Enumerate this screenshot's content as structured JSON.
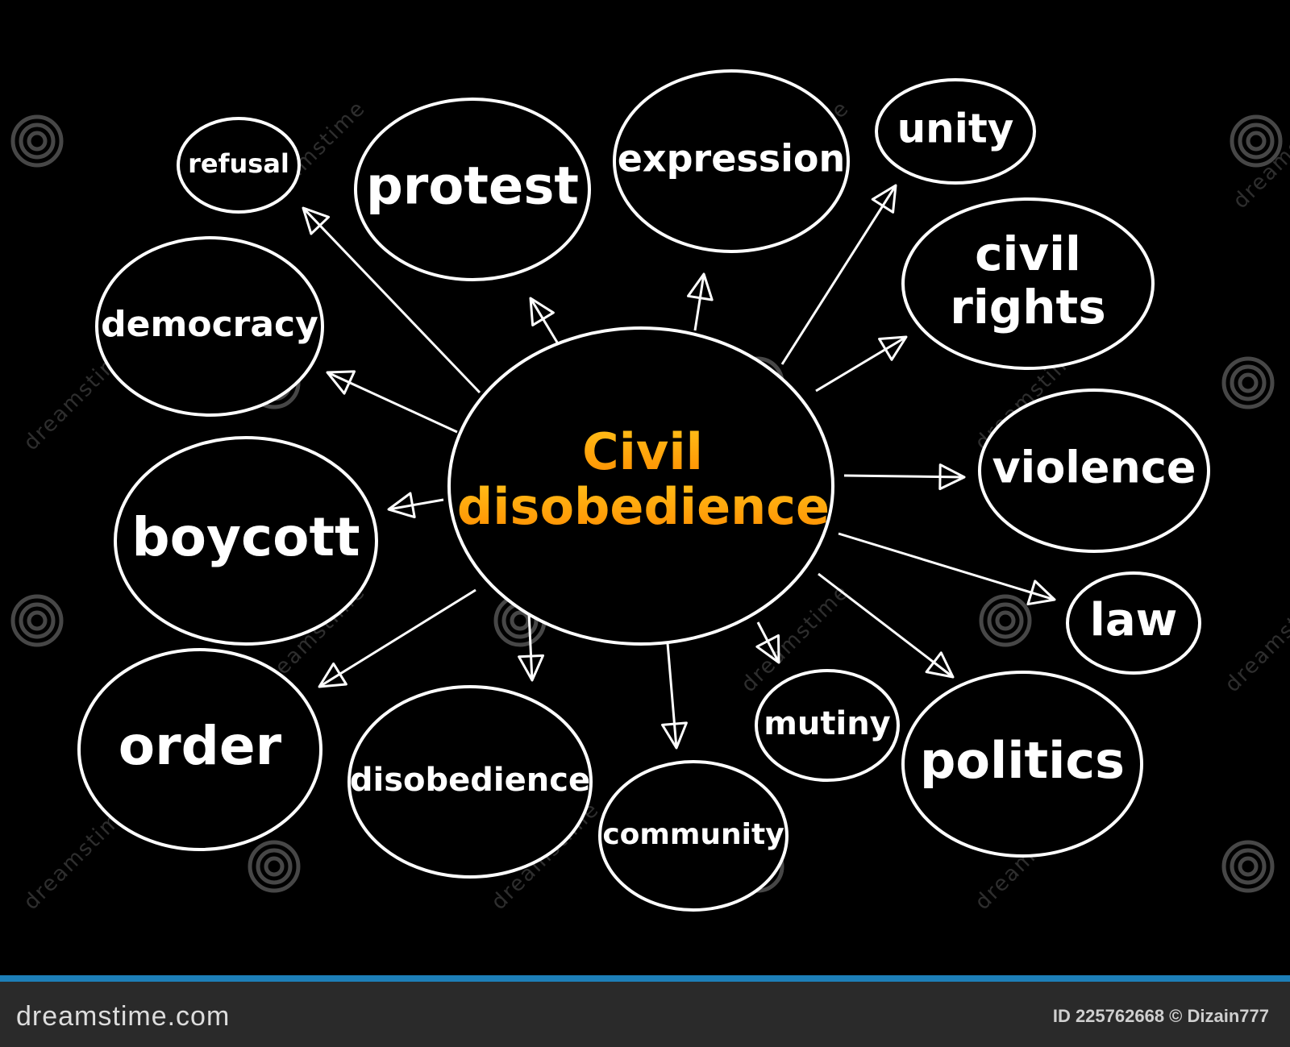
{
  "diagram": {
    "center": {
      "line1": "Civil",
      "line2": "disobedience",
      "gradient": [
        "#ffc21a",
        "#ff8c00"
      ]
    },
    "nodes": [
      {
        "id": "refusal",
        "lines": [
          "refusal"
        ]
      },
      {
        "id": "protest",
        "lines": [
          "protest"
        ]
      },
      {
        "id": "expression",
        "lines": [
          "expression"
        ]
      },
      {
        "id": "unity",
        "lines": [
          "unity"
        ]
      },
      {
        "id": "civil-rights",
        "lines": [
          "civil",
          "rights"
        ]
      },
      {
        "id": "democracy",
        "lines": [
          "democracy"
        ]
      },
      {
        "id": "violence",
        "lines": [
          "violence"
        ]
      },
      {
        "id": "boycott",
        "lines": [
          "boycott"
        ]
      },
      {
        "id": "law",
        "lines": [
          "law"
        ]
      },
      {
        "id": "order",
        "lines": [
          "order"
        ]
      },
      {
        "id": "disobedience",
        "lines": [
          "disobedience"
        ]
      },
      {
        "id": "community",
        "lines": [
          "community"
        ]
      },
      {
        "id": "mutiny",
        "lines": [
          "mutiny"
        ]
      },
      {
        "id": "politics",
        "lines": [
          "politics"
        ]
      }
    ],
    "colors": {
      "background": "#000000",
      "stroke": "#ffffff",
      "text": "#ffffff"
    }
  },
  "watermark": {
    "text": "dreamstime"
  },
  "footer": {
    "site": "dreamstime.com",
    "id_text": "ID 225762668 © Dizain777",
    "stripe_color": "#1d7fb8"
  }
}
